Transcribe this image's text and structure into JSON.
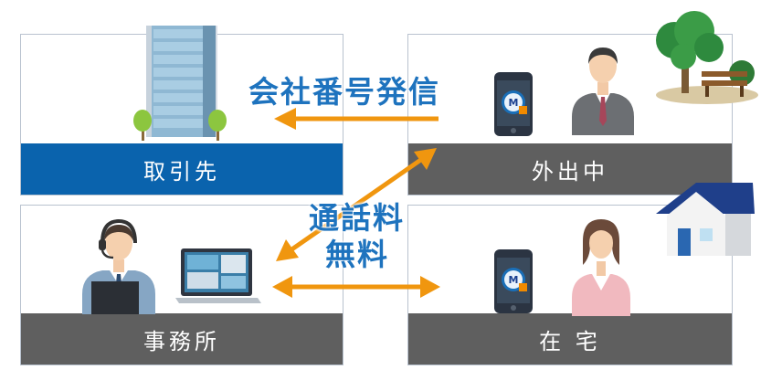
{
  "locations": {
    "client": "取引先",
    "outside": "外出中",
    "office": "事務所",
    "home": "在 宅"
  },
  "labels": {
    "company_number": "会社番号発信",
    "free_call_line1": "通話料",
    "free_call_line2": "無料"
  },
  "colors": {
    "client_bar": "#0a63ad",
    "location_bar": "#5f5f5f",
    "arrow": "#f0960f",
    "label_text": "#1e73be"
  },
  "icons": [
    "office-building-icon",
    "tree-icon",
    "smartphone-app-icon",
    "businessman-icon",
    "park-icon",
    "house-icon",
    "operator-icon",
    "laptop-icon",
    "woman-icon"
  ]
}
